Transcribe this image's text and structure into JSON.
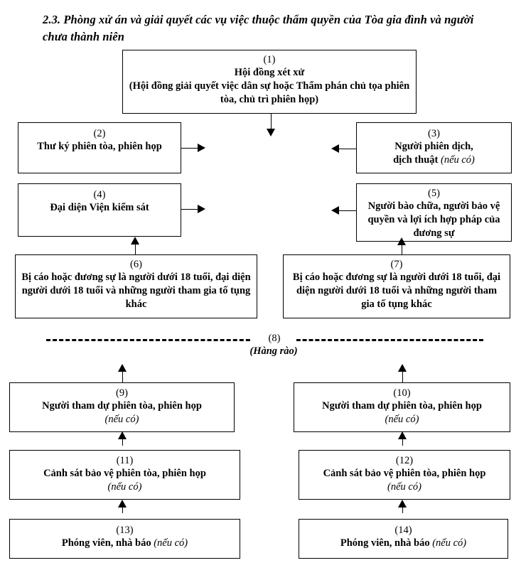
{
  "title": {
    "text": "2.3. Phòng xử án và giải quyết các vụ việc thuộc thẩm quyền của Tòa gia đình và người chưa thành niên"
  },
  "nodes": {
    "n1": {
      "num": "(1)",
      "line1": "Hội đồng xét xử",
      "line2": "(Hội đồng giải quyết việc dân sự hoặc Thẩm phán chủ tọa phiên tòa, chủ trì phiên họp)"
    },
    "n2": {
      "num": "(2)",
      "line1": "Thư ký phiên tòa, phiên họp"
    },
    "n3": {
      "num": "(3)",
      "line1": "Người phiên dịch,",
      "line2": "dịch thuật",
      "note": "(nếu có)"
    },
    "n4": {
      "num": "(4)",
      "line1": "Đại diện Viện kiểm sát"
    },
    "n5": {
      "num": "(5)",
      "line1": "Người bào chữa, người bảo vệ quyền và lợi ích hợp pháp của đương sự"
    },
    "n6": {
      "num": "(6)",
      "line1": "Bị cáo hoặc đương sự là người dưới 18 tuổi, đại diện người dưới 18 tuổi và những người tham gia tố tụng khác"
    },
    "n7": {
      "num": "(7)",
      "line1": "Bị cáo hoặc đương sự là người dưới 18 tuổi, đại diện người dưới 18 tuổi và những người tham gia tố tụng khác"
    },
    "n8": {
      "num": "(8)",
      "label": "(Hàng rào)"
    },
    "n9": {
      "num": "(9)",
      "line1": "Người tham dự phiên tòa, phiên họp",
      "sub": "(nếu có)"
    },
    "n10": {
      "num": "(10)",
      "line1": "Người tham dự phiên tòa, phiên họp",
      "sub": "(nếu có)"
    },
    "n11": {
      "num": "(11)",
      "line1": "Cảnh sát bảo vệ phiên tòa, phiên họp",
      "sub": "(nếu có)"
    },
    "n12": {
      "num": "(12)",
      "line1": "Cảnh sát bảo vệ phiên tòa, phiên họp",
      "sub": "(nếu có)"
    },
    "n13": {
      "num": "(13)",
      "line1": "Phóng viên, nhà báo",
      "note": "(nếu có)"
    },
    "n14": {
      "num": "(14)",
      "line1": "Phóng viên, nhà báo",
      "note": "(nếu có)"
    }
  },
  "colors": {
    "stroke": "#000000",
    "background": "#ffffff",
    "text": "#000000"
  }
}
